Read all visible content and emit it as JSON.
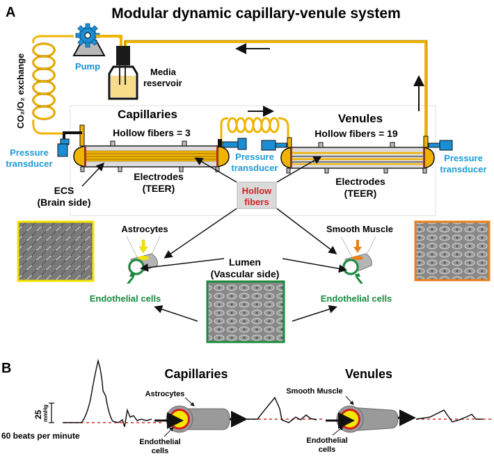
{
  "panel_a": {
    "label": "A",
    "title": "Modular dynamic capillary-venule system",
    "pump_label": "Pump",
    "media_reservoir": [
      "Media",
      "reservoir"
    ],
    "gas_exchange": "CO₂/O₂ exchange",
    "capillaries": {
      "title": "Capillaries",
      "hollow_fibers": "Hollow fibers = 3",
      "electrodes": [
        "Electrodes",
        "(TEER)"
      ],
      "ecs": [
        "ECS",
        "(Brain side)"
      ]
    },
    "venules": {
      "title": "Venules",
      "hollow_fibers": "Hollow fibers = 19",
      "electrodes": [
        "Electrodes",
        "(TEER)"
      ]
    },
    "pressure_transducer": [
      "Pressure",
      "transducer"
    ],
    "hollow_fibers_callout": [
      "Hollow",
      "fibers"
    ],
    "astrocytes": "Astrocytes",
    "smooth_muscle": "Smooth Muscle",
    "lumen": [
      "Lumen",
      "(Vascular side)"
    ],
    "endothelial_cells": "Endothelial cells"
  },
  "panel_b": {
    "label": "B",
    "capillaries_title": "Capillaries",
    "venules_title": "Venules",
    "scale_value": "25",
    "scale_unit": "mmHg",
    "rate": "60 beats per minute",
    "astrocytes": "Astrocytes",
    "smooth_muscle": "Smooth Muscle",
    "endothelial": [
      "Endothelial",
      "cells"
    ]
  },
  "colors": {
    "tubing": "#f0b400",
    "pump_blue": "#1b8fd6",
    "transducer_text": "#1e9ad6",
    "hollow_fibers_red": "#d21f26",
    "endothelial_green": "#1a8a3e",
    "astrocyte_yellow": "#f3e300",
    "smooth_muscle_orange": "#e8801a",
    "baseline_red": "#d32a2a"
  }
}
